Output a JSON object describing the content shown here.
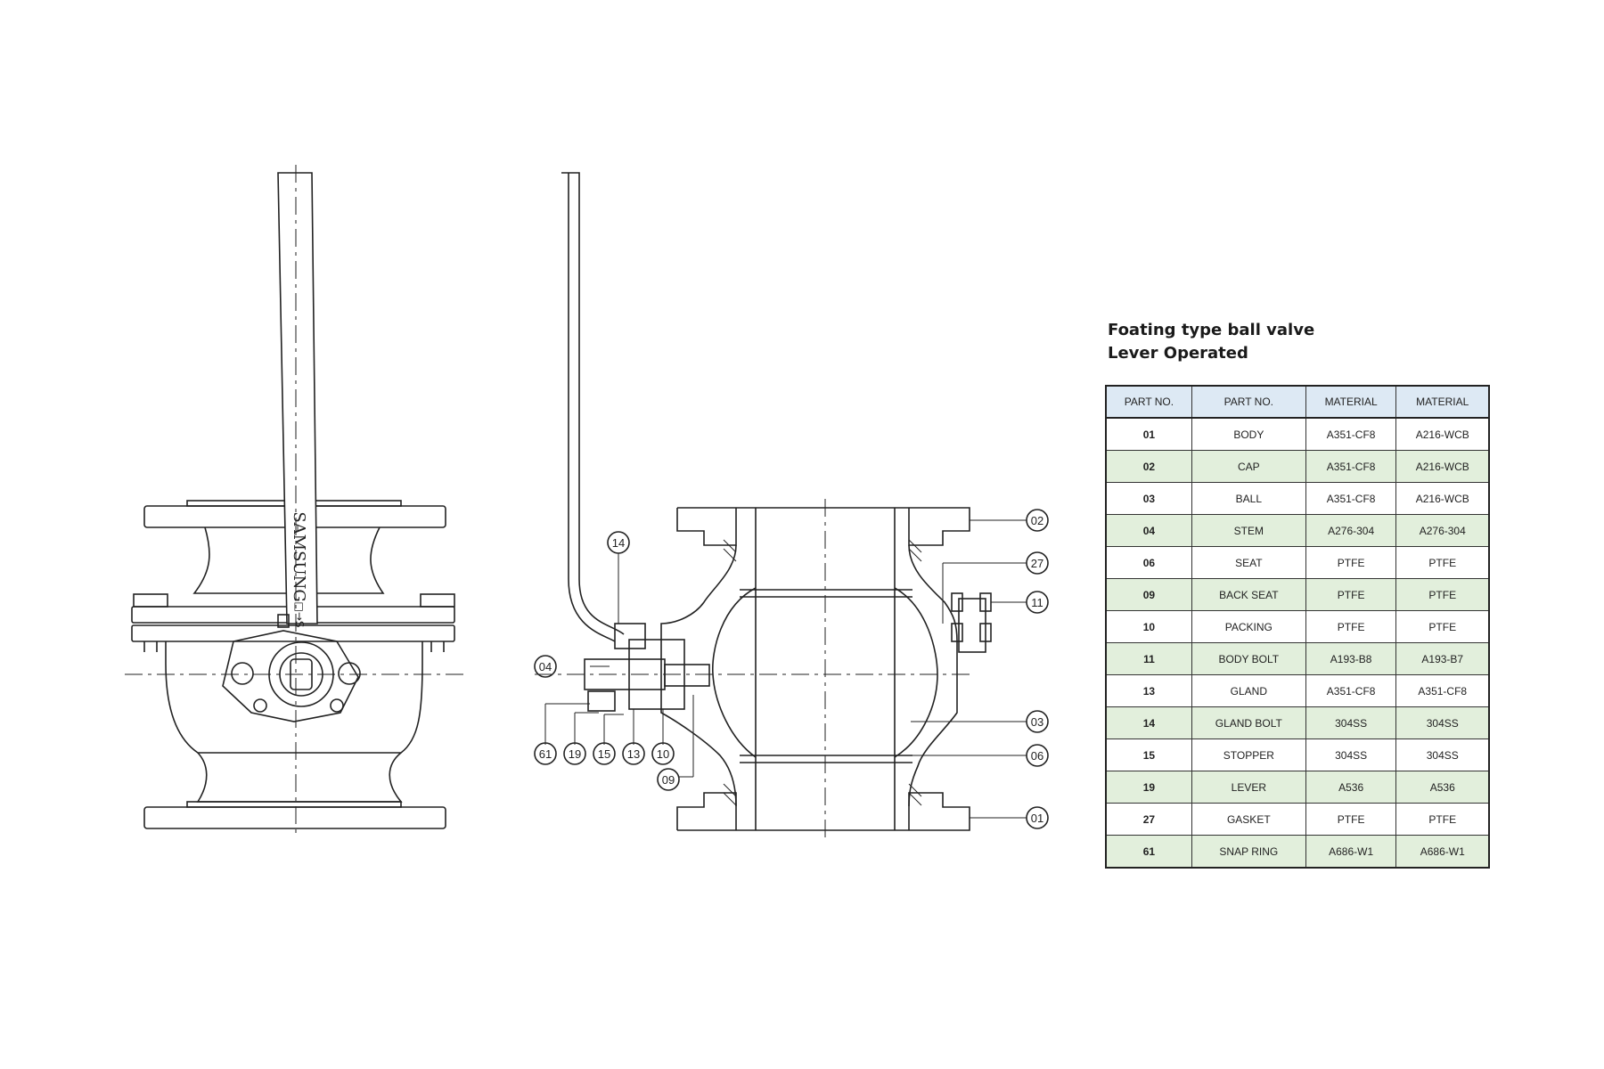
{
  "title": {
    "line1": "Foating type ball valve",
    "line2": "Lever Operated"
  },
  "drawing": {
    "lever_brand": "SAMSUNG",
    "lever_mark": "□→S",
    "callouts": {
      "c14": "14",
      "c04": "04",
      "c61": "61",
      "c19": "19",
      "c15": "15",
      "c13": "13",
      "c10": "10",
      "c09": "09",
      "c02": "02",
      "c27": "27",
      "c11": "11",
      "c03": "03",
      "c06": "06",
      "c01": "01"
    }
  },
  "table": {
    "headers": [
      "PART NO.",
      "PART NO.",
      "MATERIAL",
      "MATERIAL"
    ],
    "rows": [
      [
        "01",
        "BODY",
        "A351-CF8",
        "A216-WCB"
      ],
      [
        "02",
        "CAP",
        "A351-CF8",
        "A216-WCB"
      ],
      [
        "03",
        "BALL",
        "A351-CF8",
        "A216-WCB"
      ],
      [
        "04",
        "STEM",
        "A276-304",
        "A276-304"
      ],
      [
        "06",
        "SEAT",
        "PTFE",
        "PTFE"
      ],
      [
        "09",
        "BACK SEAT",
        "PTFE",
        "PTFE"
      ],
      [
        "10",
        "PACKING",
        "PTFE",
        "PTFE"
      ],
      [
        "11",
        "BODY BOLT",
        "A193-B8",
        "A193-B7"
      ],
      [
        "13",
        "GLAND",
        "A351-CF8",
        "A351-CF8"
      ],
      [
        "14",
        "GLAND BOLT",
        "304SS",
        "304SS"
      ],
      [
        "15",
        "STOPPER",
        "304SS",
        "304SS"
      ],
      [
        "19",
        "LEVER",
        "A536",
        "A536"
      ],
      [
        "27",
        "GASKET",
        "PTFE",
        "PTFE"
      ],
      [
        "61",
        "SNAP RING",
        "A686-W1",
        "A686-W1"
      ]
    ]
  },
  "colors": {
    "header_bg": "#dde9f4",
    "alt_row_bg": "#e2efdc",
    "line": "#222222"
  }
}
